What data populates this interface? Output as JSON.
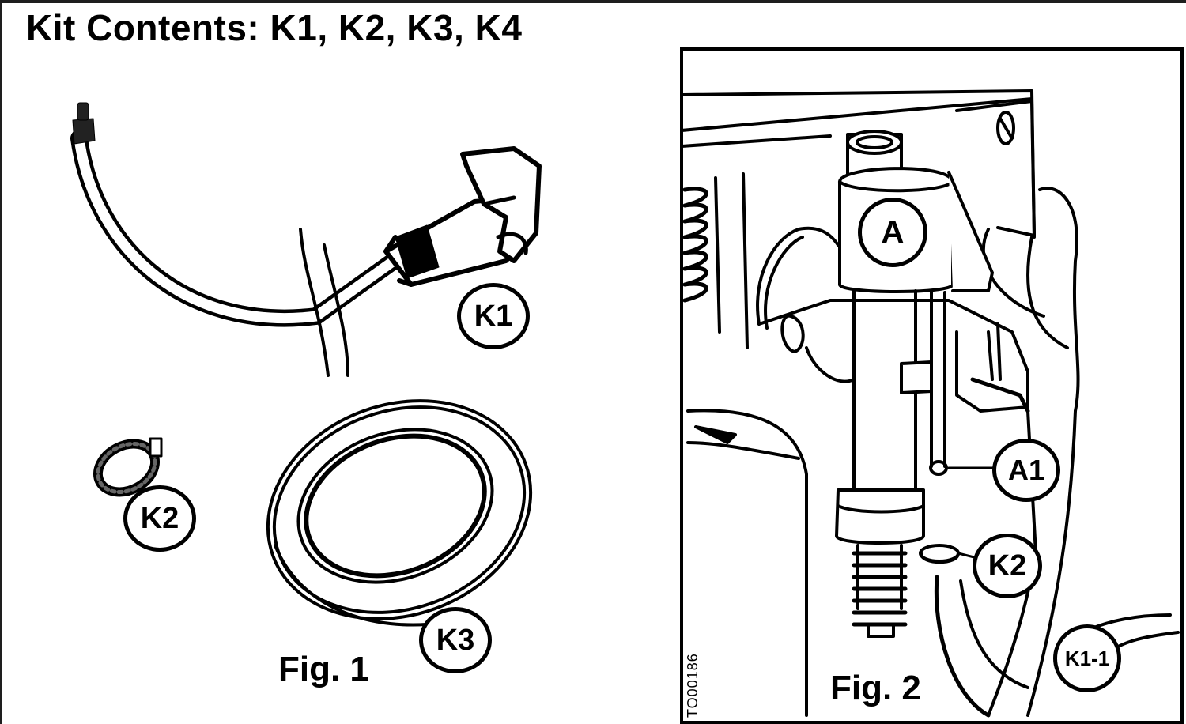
{
  "header": {
    "title": "Kit Contents: K1, K2, K3, K4"
  },
  "figure1": {
    "caption": "Fig. 1",
    "callouts": {
      "k1": "K1",
      "k2": "K2",
      "k3": "K3"
    }
  },
  "figure2": {
    "caption": "Fig. 2",
    "callouts": {
      "a": "A",
      "a1": "A1",
      "k2": "K2",
      "k1_1": "K1-1"
    },
    "drawing_code": "TO00186"
  }
}
